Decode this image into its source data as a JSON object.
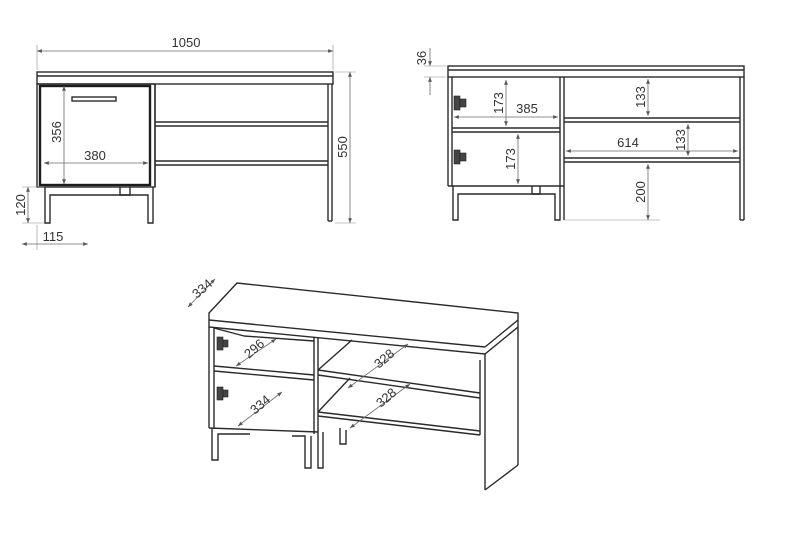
{
  "dimensions": {
    "front_width": "1050",
    "front_height": "550",
    "drawer_height": "356",
    "drawer_width": "380",
    "leg_height": "120",
    "leg_offset": "115",
    "top_thickness": "36",
    "door_height_upper": "173",
    "door_height_lower": "173",
    "door_width": "385",
    "shelf_height_upper": "133",
    "shelf_height_lower": "133",
    "shelf_width": "614",
    "base_height": "200",
    "depth": "334",
    "inner_depth_left": "296",
    "inner_depth_left_lower": "334",
    "inner_depth_right_upper": "328",
    "inner_depth_right_lower": "328"
  }
}
